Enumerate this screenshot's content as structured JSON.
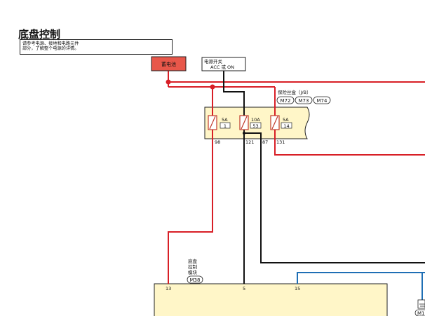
{
  "title": "底盘控制",
  "note": {
    "line1": "请参考电源、接地和电路元件",
    "line2": "部分，了解整个电源的详情。"
  },
  "battery": {
    "label": "蓄电池"
  },
  "power_switch": {
    "line1": "电源开关",
    "line2": "ACC 或 ON"
  },
  "fuse_box": {
    "label": "保险丝盒（J/B）",
    "connectors": [
      "M72",
      "M73",
      "M74"
    ],
    "fuses": [
      {
        "rating": "5A",
        "number": "1",
        "pin": "98"
      },
      {
        "rating": "10A",
        "number": "53",
        "pin": "121"
      },
      {
        "rating": "5A",
        "number": "14",
        "pin": "131"
      }
    ],
    "extra_pin": "87"
  },
  "module": {
    "name_lines": [
      "底盘",
      "控制",
      "模块"
    ],
    "connector": "M38",
    "pins": [
      "13",
      "5",
      "15"
    ]
  },
  "edge_connector": "M1",
  "colors": {
    "red_wire": "#d81f26",
    "black_wire": "#111111",
    "blue_wire": "#1f6fb5",
    "battery_fill": "#e8574a",
    "fuse_fill": "#fff6c8",
    "module_fill": "#fff6c8",
    "fuse_element": "#c0392b"
  }
}
